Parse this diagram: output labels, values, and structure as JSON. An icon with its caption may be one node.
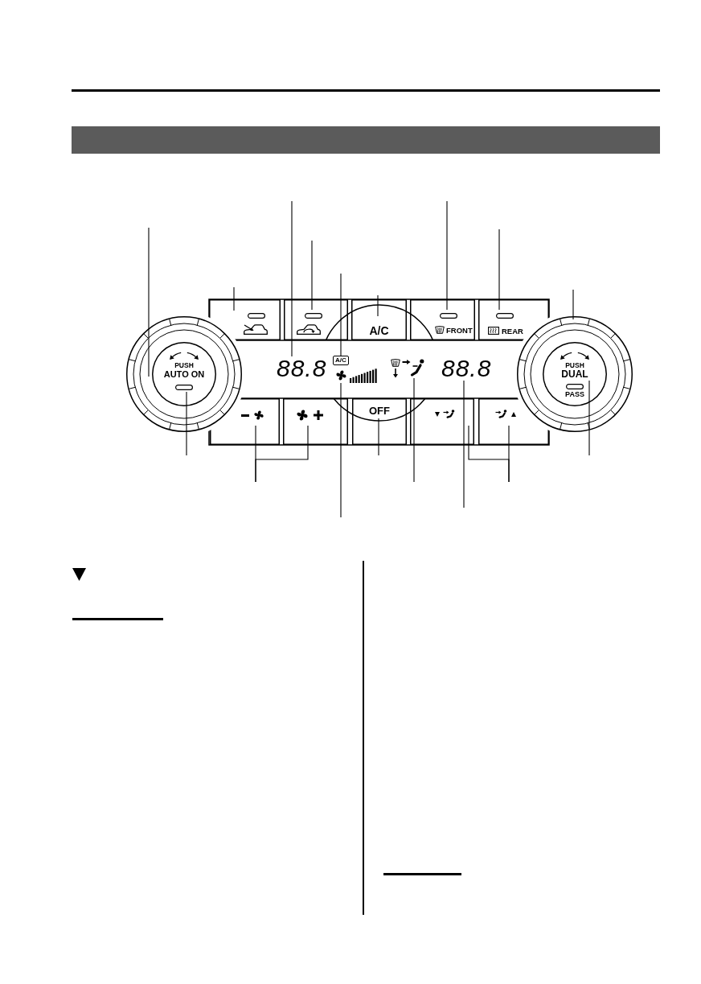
{
  "diagram": {
    "nodes": [
      {
        "text": [],
        "shape": "bar"
      },
      {
        "text": [],
        "shape": "circle"
      },
      {
        "text": [
          "PUSH",
          "AUTO ON"
        ],
        "in": 1
      },
      {
        "text": [],
        "shape": "box"
      },
      {
        "text": [],
        "shape": "box"
      },
      {
        "text": [
          "A/C"
        ]
      },
      {
        "text": [
          "FRONT"
        ]
      },
      {
        "text": [
          "REAR"
        ]
      },
      {
        "text": [],
        "shape": "circle"
      },
      {
        "text": [
          "PUSH",
          "DUAL",
          "PASS"
        ],
        "in": 8
      },
      {
        "text": [
          "88.8"
        ]
      },
      {
        "text": [
          "A/C"
        ]
      },
      {
        "text": [],
        "shape": "picture"
      },
      {
        "text": [],
        "shape": "picture"
      },
      {
        "text": [
          "88.8"
        ]
      },
      {
        "text": [],
        "shape": "box"
      },
      {
        "text": [],
        "shape": "box"
      },
      {
        "text": [
          "OFF"
        ]
      },
      {
        "text": [],
        "shape": "box"
      },
      {
        "text": [],
        "shape": "box"
      }
    ],
    "edges": [
      {
        "from": null,
        "to": 1,
        "arrow": "none"
      },
      {
        "from": null,
        "to": 3,
        "arrow": "none"
      },
      {
        "from": null,
        "to": 10,
        "arrow": "none"
      },
      {
        "from": null,
        "to": 4,
        "arrow": "none"
      },
      {
        "from": null,
        "to": 11,
        "arrow": "none"
      },
      {
        "from": null,
        "to": 5,
        "arrow": "none"
      },
      {
        "from": null,
        "to": 6,
        "arrow": "none"
      },
      {
        "from": null,
        "to": 7,
        "arrow": "none"
      },
      {
        "from": null,
        "to": 8,
        "arrow": "none"
      },
      {
        "from": null,
        "to": 2,
        "arrow": "none"
      },
      {
        "from": null,
        "to": 15,
        "arrow": "none"
      },
      {
        "from": null,
        "to": 16,
        "arrow": "none"
      },
      {
        "from": null,
        "to": 12,
        "arrow": "none"
      },
      {
        "from": null,
        "to": 17,
        "arrow": "none"
      },
      {
        "from": null,
        "to": 13,
        "arrow": "none"
      },
      {
        "from": null,
        "to": 14,
        "arrow": "none"
      },
      {
        "from": null,
        "to": 18,
        "arrow": "none"
      },
      {
        "from": null,
        "to": 19,
        "arrow": "none"
      },
      {
        "from": null,
        "to": 9,
        "arrow": "none"
      }
    ]
  }
}
